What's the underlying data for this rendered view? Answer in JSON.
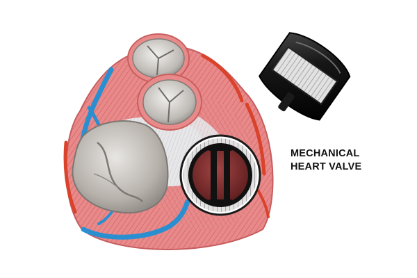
{
  "label": {
    "line1": "MECHANICAL",
    "line2": "HEART VALVE"
  },
  "colors": {
    "muscle": "#e98a8a",
    "muscle_dark": "#c95e5e",
    "artery": "#d9432b",
    "vein": "#2a8fd0",
    "valve_grey": "#b9b4ae",
    "mechanical_black": "#111111",
    "mechanical_red": "#8a2b2b"
  },
  "icons": [
    "heart-base-illustration",
    "mechanical-valve-side-view"
  ]
}
